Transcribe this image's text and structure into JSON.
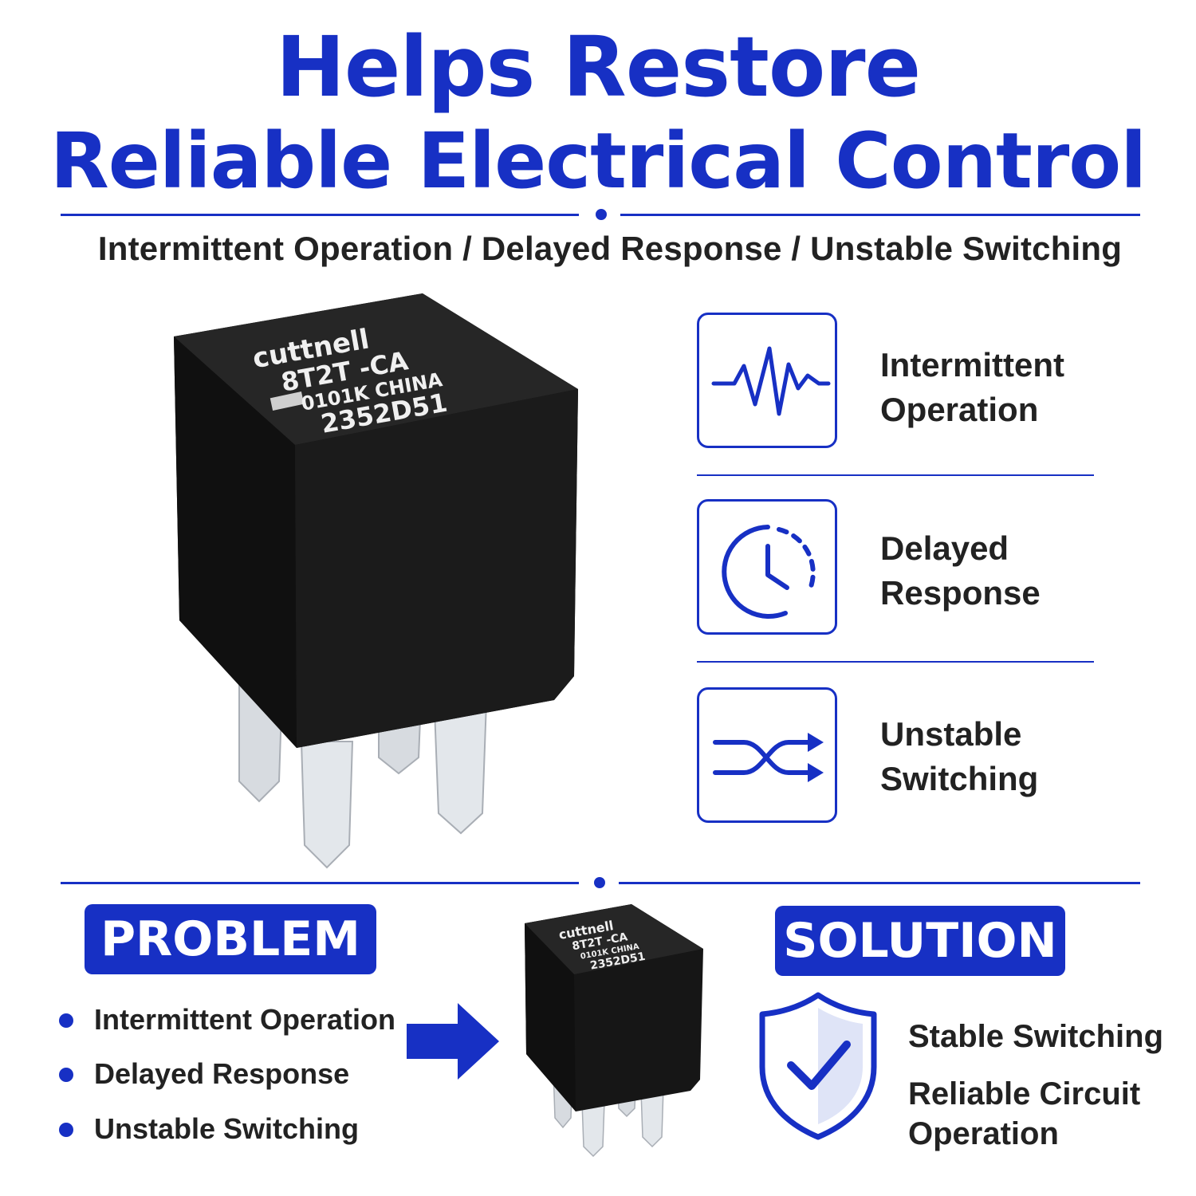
{
  "headline": {
    "line1": "Helps Restore",
    "line2": "Reliable Electrical Control",
    "subline": "Intermittent Operation / Delayed Response / Unstable Switching"
  },
  "product": {
    "brand": "cuttnell",
    "model": "8T2T -CA",
    "code": "0101K CHINA",
    "serial": "2352D51"
  },
  "features": [
    {
      "line1": "Intermittent",
      "line2": "Operation",
      "icon": "waveform-icon"
    },
    {
      "line1": "Delayed",
      "line2": "Response",
      "icon": "clock-icon"
    },
    {
      "line1": "Unstable",
      "line2": "Switching",
      "icon": "shuffle-icon"
    }
  ],
  "problem": {
    "title": "PROBLEM",
    "items": [
      "Intermittent Operation",
      "Delayed Response",
      "Unstable Switching"
    ]
  },
  "solution": {
    "title": "SOLUTION",
    "item1": "Stable Switching",
    "item2_line1": "Reliable Circuit",
    "item2_line2": "Operation"
  },
  "colors": {
    "accent": "#1730c4",
    "relay_body": "#151515",
    "pin": "#d9dde2"
  }
}
